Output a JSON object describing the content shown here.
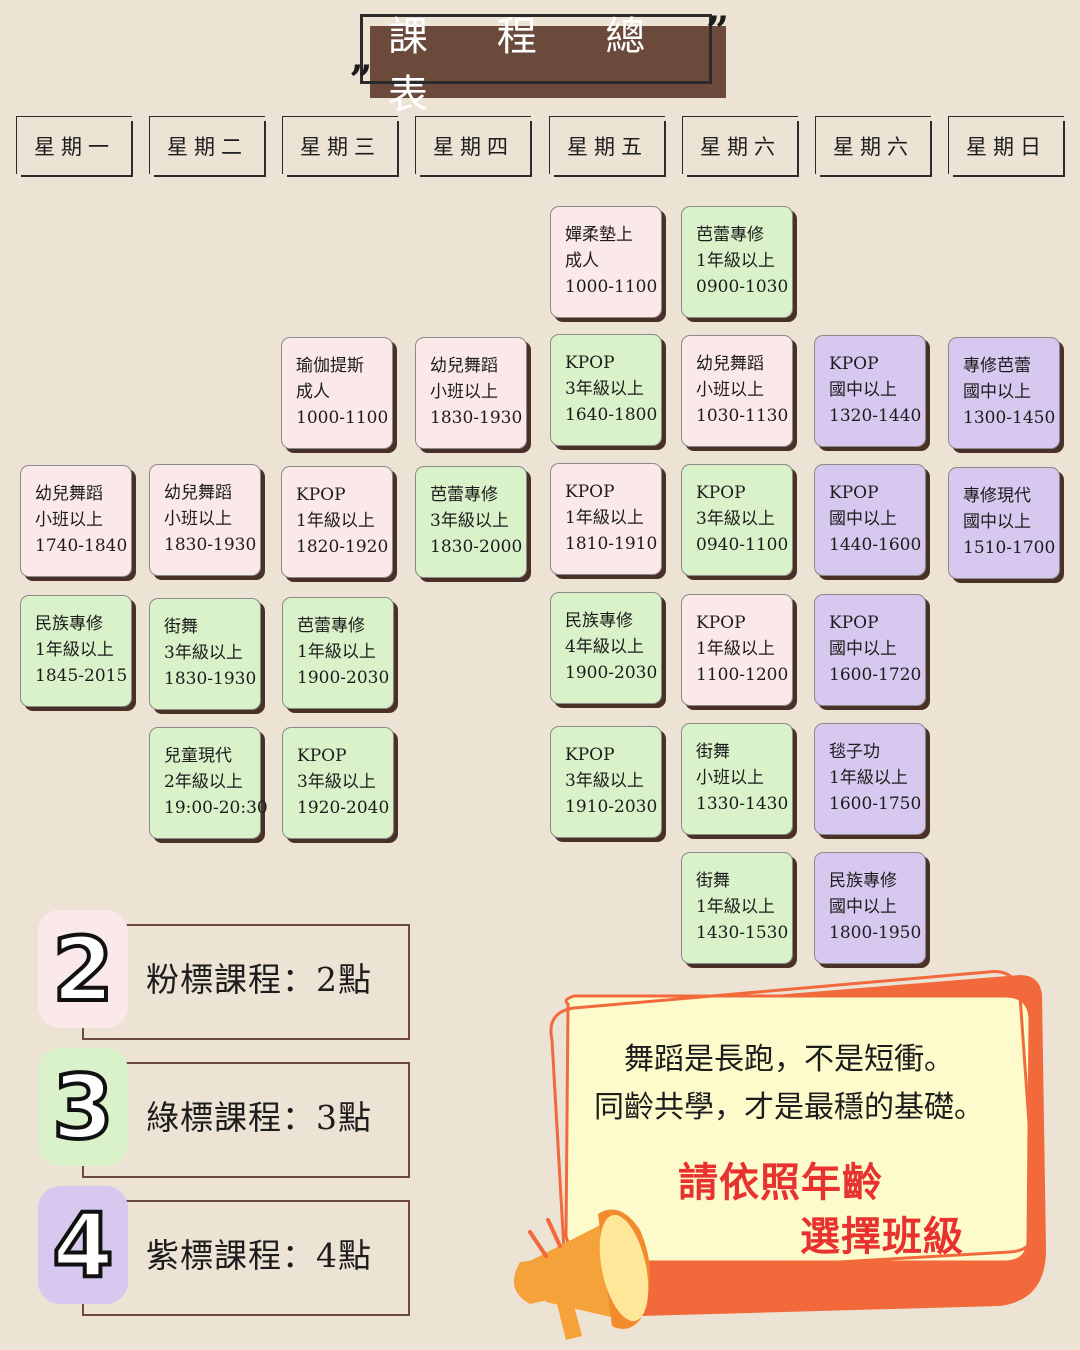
{
  "title": {
    "text": "課 程 總 表",
    "open_quote": "„",
    "close_quote": "”"
  },
  "days": [
    "星期一",
    "星期二",
    "星期三",
    "星期四",
    "星期五",
    "星期六",
    "星期六",
    "星期日"
  ],
  "courses": {
    "c0": {
      "name": "幼兒舞蹈",
      "level": "小班以上",
      "time": "1740-1840",
      "tier": "pink"
    },
    "c1": {
      "name": "民族專修",
      "level": "1年級以上",
      "time": "1845-2015",
      "tier": "green"
    },
    "c2": {
      "name": "幼兒舞蹈",
      "level": "小班以上",
      "time": "1830-1930",
      "tier": "pink"
    },
    "c3": {
      "name": "街舞",
      "level": "3年級以上",
      "time": "1830-1930",
      "tier": "green"
    },
    "c4": {
      "name": "兒童現代",
      "level": "2年級以上",
      "time": "19:00-20:30",
      "tier": "green"
    },
    "c5": {
      "name": "瑜伽提斯",
      "level": "成人",
      "time": "1000-1100",
      "tier": "pink"
    },
    "c6": {
      "name": "KPOP",
      "level": "1年級以上",
      "time": "1820-1920",
      "tier": "pink"
    },
    "c7": {
      "name": "芭蕾專修",
      "level": "1年級以上",
      "time": "1900-2030",
      "tier": "green"
    },
    "c8": {
      "name": "KPOP",
      "level": "3年級以上",
      "time": "1920-2040",
      "tier": "green"
    },
    "c9": {
      "name": "幼兒舞蹈",
      "level": "小班以上",
      "time": "1830-1930",
      "tier": "pink"
    },
    "c10": {
      "name": "芭蕾專修",
      "level": "3年級以上",
      "time": "1830-2000",
      "tier": "green"
    },
    "c11": {
      "name": "嬋柔墊上",
      "level": "成人",
      "time": "1000-1100",
      "tier": "pink"
    },
    "c12": {
      "name": "KPOP",
      "level": "3年級以上",
      "time": "1640-1800",
      "tier": "green"
    },
    "c13": {
      "name": "KPOP",
      "level": "1年級以上",
      "time": "1810-1910",
      "tier": "pink"
    },
    "c14": {
      "name": "民族專修",
      "level": "4年級以上",
      "time": "1900-2030",
      "tier": "green"
    },
    "c15": {
      "name": "KPOP",
      "level": "3年級以上",
      "time": "1910-2030",
      "tier": "green"
    },
    "c16": {
      "name": "芭蕾專修",
      "level": "1年級以上",
      "time": "0900-1030",
      "tier": "green"
    },
    "c17": {
      "name": "幼兒舞蹈",
      "level": "小班以上",
      "time": "1030-1130",
      "tier": "pink"
    },
    "c18": {
      "name": "KPOP",
      "level": "3年級以上",
      "time": "0940-1100",
      "tier": "green"
    },
    "c19": {
      "name": "KPOP",
      "level": "1年級以上",
      "time": "1100-1200",
      "tier": "pink"
    },
    "c20": {
      "name": "街舞",
      "level": "小班以上",
      "time": "1330-1430",
      "tier": "green"
    },
    "c21": {
      "name": "街舞",
      "level": "1年級以上",
      "time": "1430-1530",
      "tier": "green"
    },
    "c22": {
      "name": "KPOP",
      "level": "國中以上",
      "time": "1320-1440",
      "tier": "purple"
    },
    "c23": {
      "name": "KPOP",
      "level": "國中以上",
      "time": "1440-1600",
      "tier": "purple"
    },
    "c24": {
      "name": "KPOP",
      "level": "國中以上",
      "time": "1600-1720",
      "tier": "purple"
    },
    "c25": {
      "name": "毯子功",
      "level": "1年級以上",
      "time": "1600-1750",
      "tier": "purple"
    },
    "c26": {
      "name": "民族專修",
      "level": "國中以上",
      "time": "1800-1950",
      "tier": "purple"
    },
    "c27": {
      "name": "專修芭蕾",
      "level": "國中以上",
      "time": "1300-1450",
      "tier": "purple"
    },
    "c28": {
      "name": "專修現代",
      "level": "國中以上",
      "time": "1510-1700",
      "tier": "purple"
    }
  },
  "legend": [
    {
      "number": "2",
      "label": "粉標課程：2點",
      "color": "#fbe8e8"
    },
    {
      "number": "3",
      "label": "綠標課程：3點",
      "color": "#d9f2c9"
    },
    {
      "number": "4",
      "label": "紫標課程：4點",
      "color": "#d6c8ef"
    }
  ],
  "notice": {
    "line1": "舞蹈是長跑，不是短衝。",
    "line2": "同齡共學，才是最穩的基礎。",
    "call1": "請依照年齡",
    "call2": "選擇班級",
    "icon": "megaphone-icon",
    "accent": "#f06a3a",
    "highlight": "#e8322f"
  },
  "colors": {
    "background": "#ede3d5",
    "title_fill": "#6b4a3b",
    "pink": "#fbe8e8",
    "green": "#d9f2c9",
    "purple": "#d6c8ef"
  }
}
